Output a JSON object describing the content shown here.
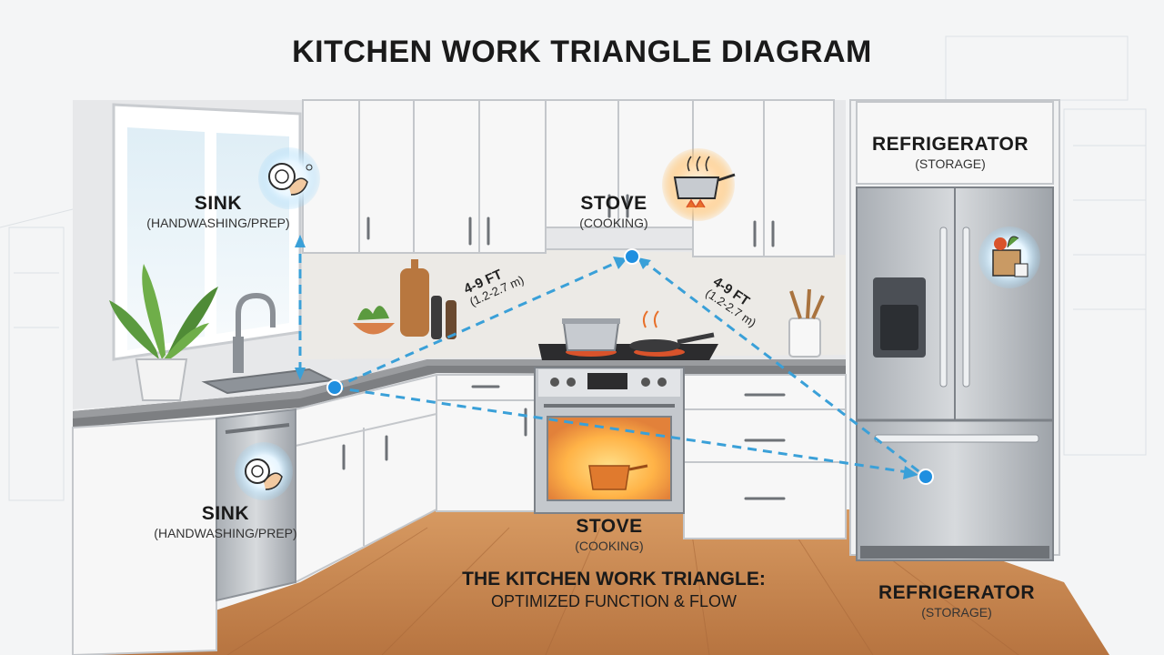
{
  "title": "KITCHEN WORK TRIANGLE DIAGRAM",
  "labels": {
    "sink_top": {
      "name": "SINK",
      "sub": "(HANDWASHING/PREP)"
    },
    "sink_bottom": {
      "name": "SINK",
      "sub": "(HANDWASHING/PREP)"
    },
    "stove_top": {
      "name": "STOVE",
      "sub": "(COOKING)"
    },
    "stove_bottom": {
      "name": "STOVE",
      "sub": "(COOKING)"
    },
    "fridge_top": {
      "name": "REFRIGERATOR",
      "sub": "(STORAGE)"
    },
    "fridge_bottom": {
      "name": "REFRIGERATOR",
      "sub": "(STORAGE)"
    }
  },
  "distances": {
    "sink_stove": {
      "ft": "4-9 FT",
      "m": "(1.2-2.7 m)"
    },
    "stove_fridge": {
      "ft": "4-9 FT",
      "m": "(1.2-2.7 m)"
    }
  },
  "caption": {
    "line1": "THE KITCHEN WORK TRIANGLE:",
    "line2": "OPTIMIZED FUNCTION & FLOW"
  },
  "icons": [
    "dish-washing-icon",
    "cooking-pot-icon",
    "grocery-bag-icon"
  ],
  "colors": {
    "triangle": "#3aa0d8",
    "node": "#1f8fe0",
    "glow_blue": "#bfe6ff",
    "glow_warm": "#ffb347",
    "cabinet": "#f7f7f7",
    "counter": "#7d7f82",
    "floor": "#c98b55",
    "steel": "#b9bec4"
  }
}
